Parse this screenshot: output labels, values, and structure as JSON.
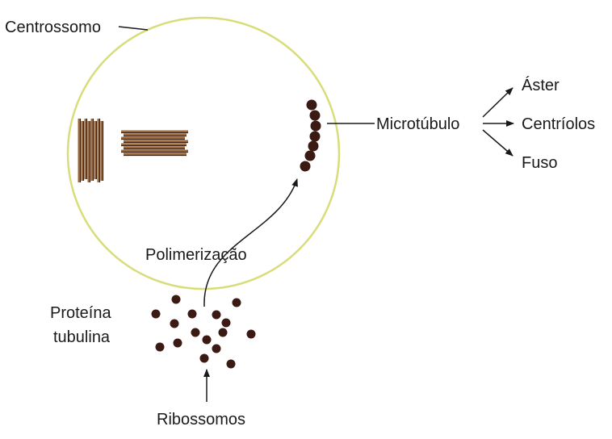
{
  "labels": {
    "centrossomo": "Centrossomo",
    "microtubulo": "Microtúbulo",
    "aster": "Áster",
    "centriolos": "Centríolos",
    "fuso": "Fuso",
    "polimerizacao": "Polimerização",
    "proteina_line1": "Proteína",
    "proteina_line2": "tubulina",
    "ribossomos": "Ribossomos"
  },
  "colors": {
    "cell_outline": "#d8dd7a",
    "particle": "#3a1a12",
    "centriole_tube": "#9a6a3e",
    "centriole_line": "#2a150c",
    "text": "#1a1a1a"
  }
}
